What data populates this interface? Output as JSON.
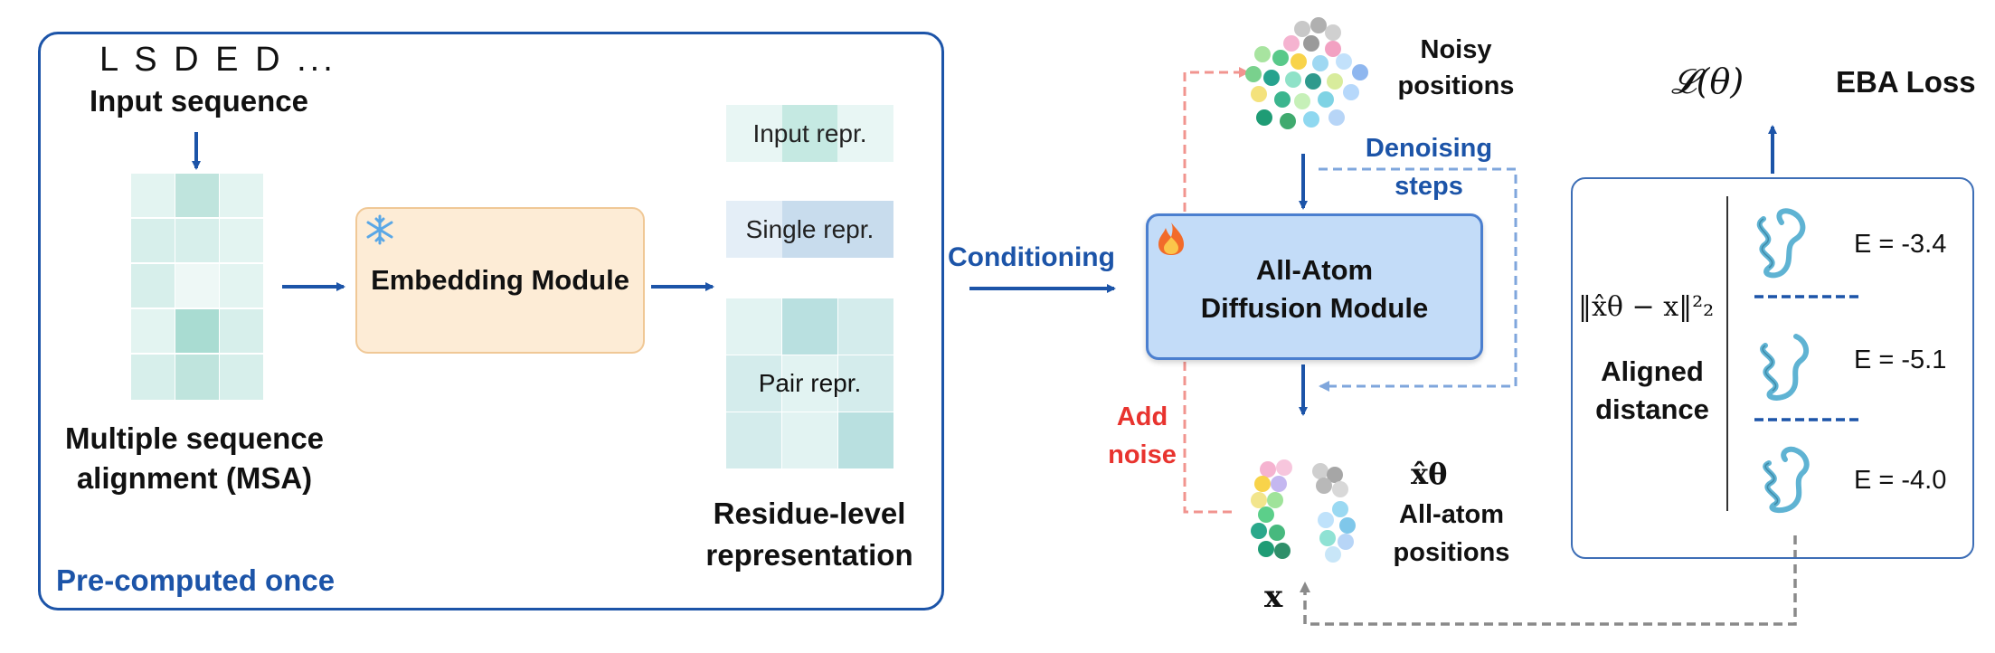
{
  "left_panel": {
    "sequence": "L S D E D ...",
    "input_label": "Input sequence",
    "msa_label_line1": "Multiple sequence",
    "msa_label_line2": "alignment (MSA)",
    "embedding_label": "Embedding Module",
    "input_repr": "Input repr.",
    "single_repr": "Single repr.",
    "pair_repr": "Pair repr.",
    "residue_line1": "Residue-level",
    "residue_line2": "representation",
    "footer": "Pre-computed once"
  },
  "middle": {
    "conditioning": "Conditioning",
    "noisy_line1": "Noisy",
    "noisy_line2": "positions",
    "denoising_line1": "Denoising",
    "denoising_line2": "steps",
    "diffusion_line1": "All-Atom",
    "diffusion_line2": "Diffusion Module",
    "add_noise_line1": "Add",
    "add_noise_line2": "noise",
    "xhat_symbol": "x̂θ",
    "allatom_line1": "All-atom",
    "allatom_line2": "positions",
    "x_symbol": "x"
  },
  "right_panel": {
    "loss_symbol": "𝓛(θ)",
    "loss_label": "EBA Loss",
    "norm_formula": "‖x̂θ − x‖²₂",
    "aligned_line1": "Aligned",
    "aligned_line2": "distance",
    "energies": [
      "E = -3.4",
      "E = -5.1",
      "E = -4.0"
    ]
  },
  "colors": {
    "panel_border": "#1c54a8",
    "accent_blue": "#1c54a8",
    "add_noise_red": "#e8332e",
    "embed_fill": "#fdecd6",
    "diffusion_fill": "#c3dcf8",
    "teal_light": "#e2f3f2",
    "teal_dark": "#b4dde0"
  },
  "icons": {
    "embedding": "snowflake-icon",
    "diffusion": "flame-icon",
    "structures": "protein-ribbon-icon"
  }
}
